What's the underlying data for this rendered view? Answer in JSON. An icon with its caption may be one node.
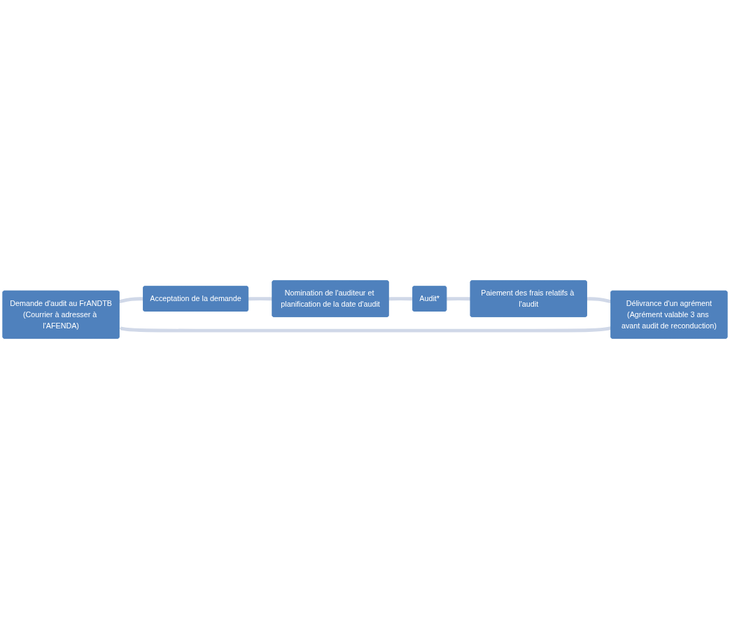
{
  "diagram": {
    "nodes": [
      {
        "text": [
          "Demande d'audit au FrANDTB",
          "(Courrier à adresser à l'AFENDA)"
        ]
      },
      {
        "text": [
          "Acceptation de la demande"
        ]
      },
      {
        "text": [
          "Nomination de l'auditeur et planification de la date d'audit"
        ]
      },
      {
        "text": [
          "Audit*"
        ]
      },
      {
        "text": [
          "Paiement des frais relatifs à l'audit"
        ]
      },
      {
        "text": [
          "Délivrance d'un agrément",
          "(Agrément valable 3 ans avant audit de reconduction)"
        ]
      }
    ],
    "edges": [
      {
        "from": 0,
        "to": 1,
        "arrow": "none"
      },
      {
        "from": 1,
        "to": 2,
        "arrow": "none"
      },
      {
        "from": 2,
        "to": 3,
        "arrow": "none"
      },
      {
        "from": 3,
        "to": 4,
        "arrow": "none"
      },
      {
        "from": 4,
        "to": 5,
        "arrow": "none"
      },
      {
        "from": 5,
        "to": 0,
        "arrow": "to"
      }
    ]
  }
}
